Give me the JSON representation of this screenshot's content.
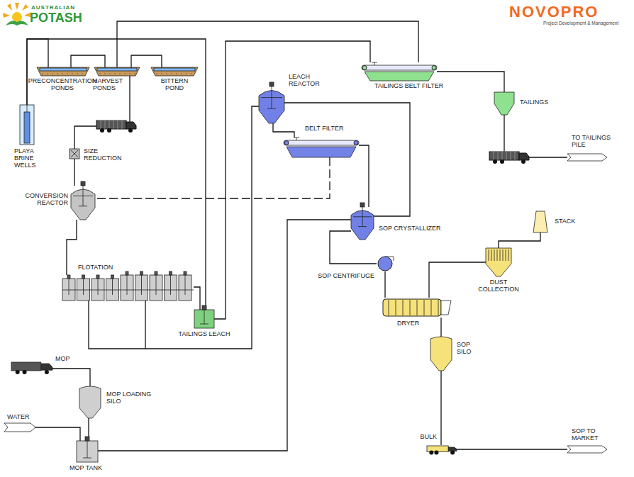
{
  "diagram": {
    "nodes": [
      {
        "text": [
          "PRECONCENTRATION PONDS"
        ]
      },
      {
        "text": [
          "HARVEST PONDS"
        ]
      },
      {
        "text": [
          "BITTERN POND"
        ]
      },
      {
        "text": [
          "PLAYA BRINE WELLS"
        ]
      },
      {
        "text": [
          "SIZE REDUCTION"
        ]
      },
      {
        "text": [
          "CONVERSION REACTOR"
        ]
      },
      {
        "text": [
          "FLOTATION"
        ]
      },
      {
        "text": [
          "TAILINGS LEACH"
        ]
      },
      {
        "text": [
          "LEACH REACTOR"
        ]
      },
      {
        "text": [
          "BELT FILTER"
        ]
      },
      {
        "text": [
          "TAILINGS BELT FILTER"
        ]
      },
      {
        "text": [
          "TAILINGS"
        ]
      },
      {
        "text": [
          "SOP CRYSTALLIZER"
        ]
      },
      {
        "text": [
          "SOP CENTRIFUGE"
        ]
      },
      {
        "text": [
          "DRYER"
        ]
      },
      {
        "text": [
          "DUST COLLECTION"
        ]
      },
      {
        "text": [
          "STACK"
        ]
      },
      {
        "text": [
          "SOP SILO"
        ]
      },
      {
        "text": [
          "BULK"
        ]
      },
      {
        "text": [
          "MOP"
        ]
      },
      {
        "text": [
          "MOP LOADING SILO"
        ]
      },
      {
        "text": [
          "MOP TANK"
        ]
      },
      {
        "text": [
          "WATER"
        ]
      },
      {
        "text": [
          "TO TAILINGS PILE"
        ]
      },
      {
        "text": [
          "SOP TO MARKET"
        ]
      }
    ],
    "edges": [
      {
        "from": 3,
        "to": 0,
        "arrow": "none"
      },
      {
        "from": 3,
        "to": 7,
        "arrow": "none"
      },
      {
        "from": 0,
        "to": 1,
        "arrow": "none"
      },
      {
        "from": 1,
        "to": 2,
        "arrow": "none"
      },
      {
        "from": 10,
        "to": 1,
        "arrow": "none"
      },
      {
        "from": 1,
        "to": 4,
        "arrow": "none"
      },
      {
        "from": 4,
        "to": 5,
        "arrow": "none"
      },
      {
        "from": 9,
        "to": 5,
        "arrow": "none"
      },
      {
        "from": 5,
        "to": 6,
        "arrow": "none"
      },
      {
        "from": 6,
        "to": 7,
        "arrow": "none"
      },
      {
        "from": 6,
        "to": 8,
        "arrow": "none"
      },
      {
        "from": 7,
        "to": 10,
        "arrow": "none"
      },
      {
        "from": 8,
        "to": 9,
        "arrow": "none"
      },
      {
        "from": 8,
        "to": 12,
        "arrow": "none"
      },
      {
        "from": 9,
        "to": 12,
        "arrow": "none"
      },
      {
        "from": 21,
        "to": 12,
        "arrow": "none"
      },
      {
        "from": 12,
        "to": 13,
        "arrow": "none"
      },
      {
        "from": 13,
        "to": 14,
        "arrow": "none"
      },
      {
        "from": 14,
        "to": 15,
        "arrow": "none"
      },
      {
        "from": 15,
        "to": 16,
        "arrow": "none"
      },
      {
        "from": 14,
        "to": 17,
        "arrow": "none"
      },
      {
        "from": 17,
        "to": 18,
        "arrow": "none"
      },
      {
        "from": 18,
        "to": 24,
        "arrow": "none"
      },
      {
        "from": 10,
        "to": 11,
        "arrow": "none"
      },
      {
        "from": 11,
        "to": 23,
        "arrow": "none"
      },
      {
        "from": 19,
        "to": 20,
        "arrow": "none"
      },
      {
        "from": 20,
        "to": 21,
        "arrow": "none"
      },
      {
        "from": 22,
        "to": 21,
        "arrow": "none"
      }
    ],
    "labels": [
      "AUSTRALIAN",
      "POTASH",
      "NOVOPRO",
      "Project Development & Management"
    ]
  }
}
